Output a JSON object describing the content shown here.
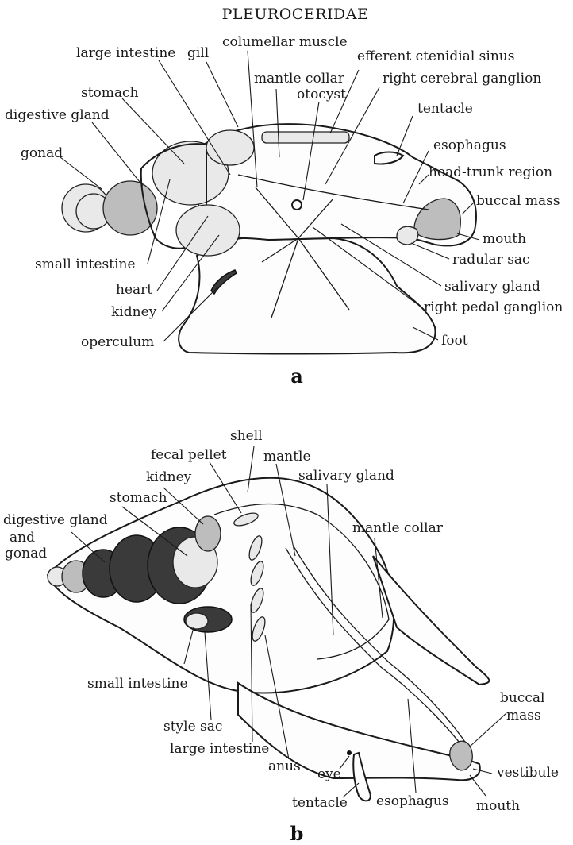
{
  "title": "PLEUROCERIDAE",
  "panel_a": {
    "letter": "a",
    "labels": {
      "large_intestine": "large intestine",
      "gill": "gill",
      "columellar_muscle": "columellar muscle",
      "efferent_ctenidial_sinus": "efferent ctenidial sinus",
      "mantle_collar": "mantle collar",
      "right_cerebral_ganglion": "right cerebral ganglion",
      "stomach": "stomach",
      "otocyst": "otocyst",
      "tentacle": "tentacle",
      "digestive_gland": "digestive gland",
      "esophagus": "esophagus",
      "gonad": "gonad",
      "head_trunk_region": "head-trunk region",
      "buccal_mass": "buccal mass",
      "mouth": "mouth",
      "small_intestine": "small intestine",
      "radular_sac": "radular sac",
      "heart": "heart",
      "salivary_gland": "salivary gland",
      "kidney": "kidney",
      "right_pedal_ganglion": "right pedal ganglion",
      "operculum": "operculum",
      "foot": "foot"
    }
  },
  "panel_b": {
    "letter": "b",
    "labels": {
      "shell": "shell",
      "fecal_pellet": "fecal pellet",
      "mantle": "mantle",
      "kidney": "kidney",
      "salivary_gland": "salivary gland",
      "stomach": "stomach",
      "digestive_gland_line1": "digestive gland",
      "digestive_gland_line2": "and",
      "digestive_gland_line3": "gonad",
      "mantle_collar": "mantle collar",
      "small_intestine": "small intestine",
      "buccal_line1": "buccal",
      "buccal_line2": "mass",
      "style_sac": "style sac",
      "large_intestine": "large intestine",
      "vestibule": "vestibule",
      "anus": "anus",
      "eye": "eye",
      "tentacle": "tentacle",
      "esophagus": "esophagus",
      "mouth": "mouth"
    }
  }
}
